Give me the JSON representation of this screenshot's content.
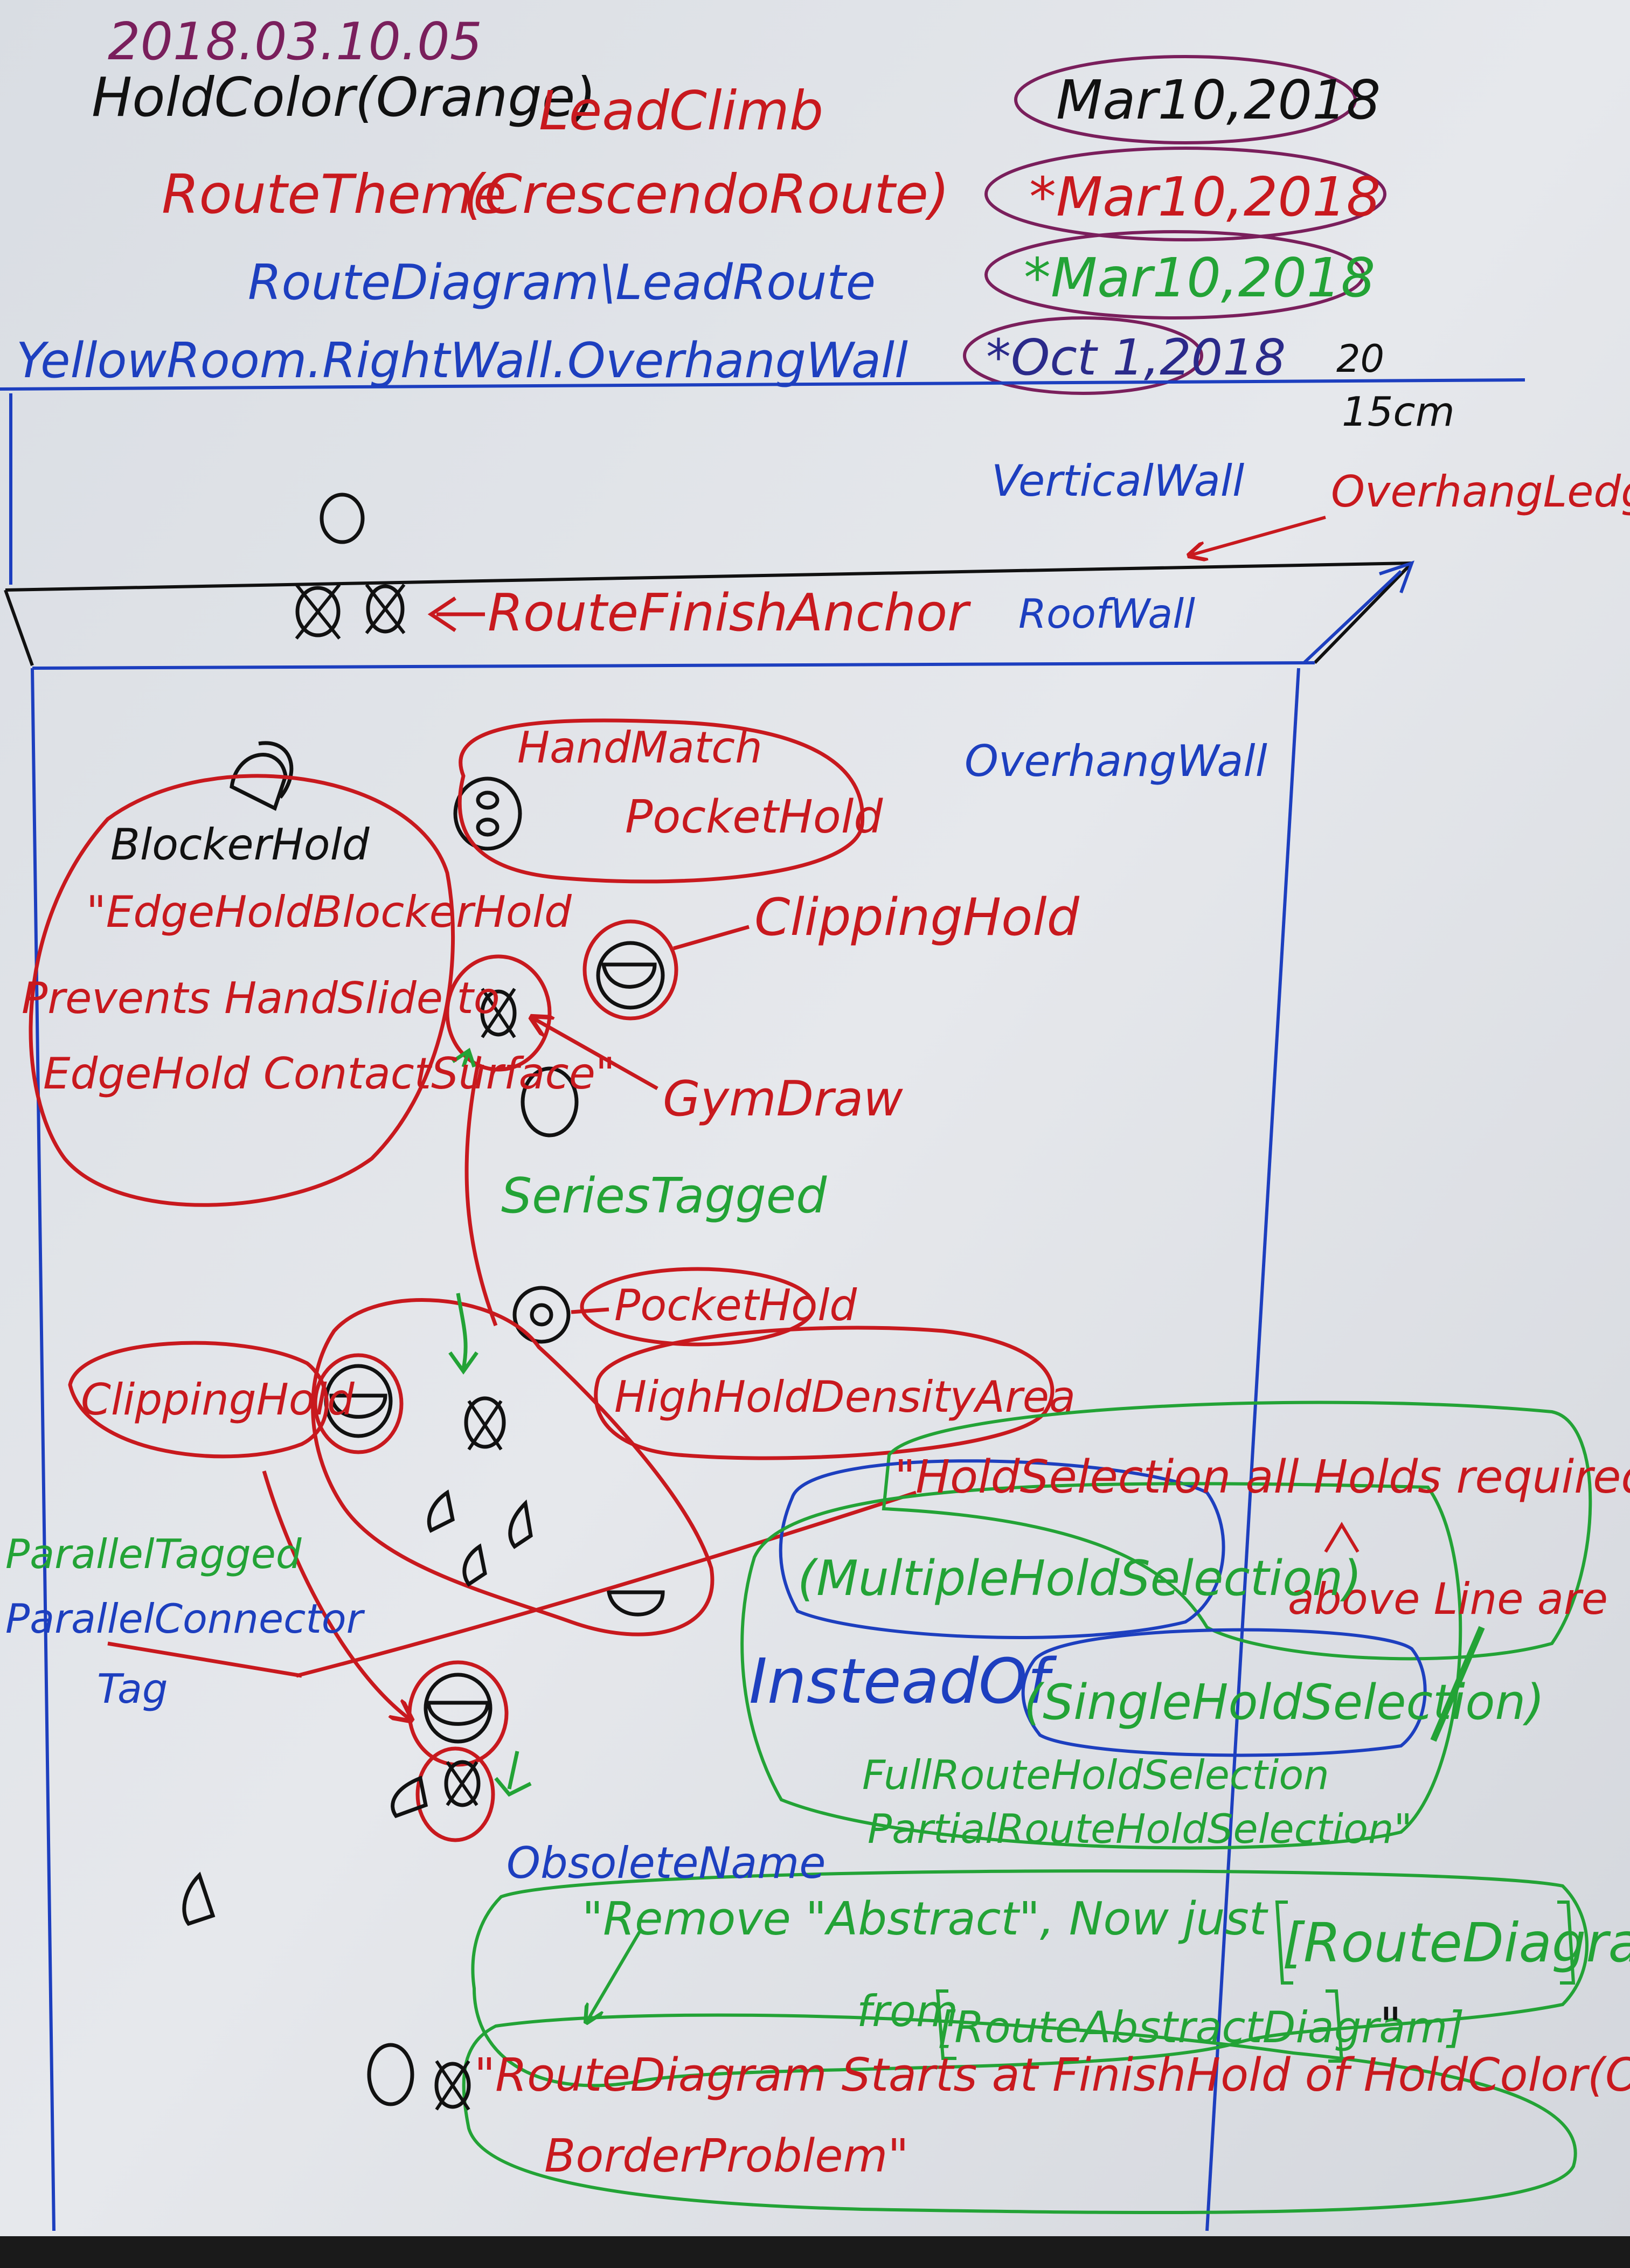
{
  "header": {
    "date_code": "2018.03.10.05",
    "hold_color": "HoldColor(Orange)",
    "lead_climb": "LeadClimb",
    "route_theme": "RouteTheme",
    "crescendo_route": "(CrescendoRoute)",
    "route_diagram_lead": "RouteDiagram\\LeadRoute",
    "wall_path": "YellowRoom.RightWall.OverhangWall"
  },
  "dates": [
    "Mar10,2018",
    "*Mar10,2018",
    "*Mar10,2018",
    "*Oct 1,2018"
  ],
  "measure": {
    "a": "20",
    "b": "15cm"
  },
  "walls": {
    "vertical_wall": "VerticalWall",
    "overhang_ledge": "OverhangLedge",
    "roof_wall": "RoofWall",
    "overhang_wall": "OverhangWall"
  },
  "labels": {
    "route_finish_anchor": "RouteFinishAnchor",
    "hand_match": "HandMatch",
    "pocket_hold_top": "PocketHold",
    "blocker_hold": "BlockerHold",
    "edge_blocker_1": "\"EdgeHoldBlockerHold",
    "edge_blocker_2": "Prevents HandSlide to",
    "edge_blocker_3": "EdgeHold ContactSurface\"",
    "clipping_hold_right": "ClippingHold",
    "gym_draw": "GymDraw",
    "series_tagged": "SeriesTagged",
    "pocket_hold_mid": "PocketHold",
    "high_density": "HighHoldDensityArea",
    "clipping_hold_left": "ClippingHold",
    "parallel_tagged": "ParallelTagged",
    "parallel_connector": "ParallelConnector",
    "tag": "Tag",
    "hold_selection_1": "\"HoldSelection all Holds required\"",
    "hold_selection_2": "above Line are",
    "multiple_hold": "(MultipleHoldSelection)",
    "instead_of": "InsteadOf",
    "single_hold": "(SingleHoldSelection)",
    "full_route": "FullRouteHoldSelection",
    "partial_route": "PartialRouteHoldSelection\"",
    "obsolete_name": "ObsoleteName",
    "remove_abstract": "\"Remove \"Abstract\", Now just",
    "route_diagram_box": "[RouteDiagram]",
    "from_label": "from",
    "route_abstract": "[RouteAbstractDiagram]",
    "quote_close": "\"",
    "starts_at": "\"RouteDiagram Starts at FinishHold of HoldColor(Orange)",
    "border_problem": "BorderProblem\""
  }
}
